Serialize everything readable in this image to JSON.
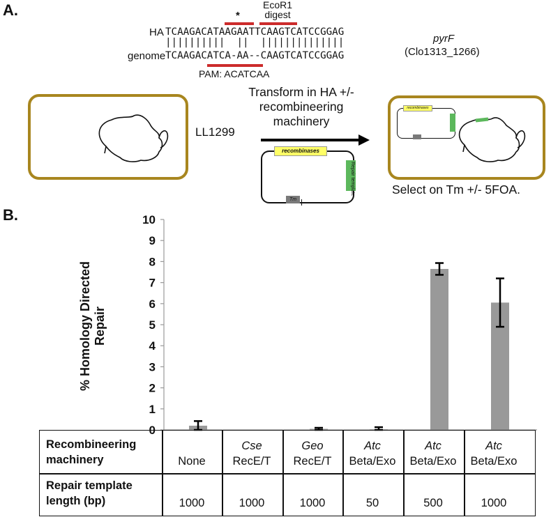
{
  "panel_a": {
    "label": "A.",
    "seq_row_label_ha": "HA",
    "seq_row_label_genome": "genome",
    "ha_sequence": "TCAAGACATAAGAATTCAAGTCATCCGGAG",
    "genome_sequence": "TCAAGACATCA-AA--CAAGTCATCCGGAG",
    "alignment_bars": "||||||||||  ||  ||||||||||||||",
    "star_mark": "*",
    "ecor1_label_line1": "EcoR1",
    "ecor1_label_line2": "digest",
    "pam_label": "PAM: ACATCAA",
    "gene_name": "pyrF",
    "gene_locus": "(Clo1313_1266)",
    "strain_label": "LL1299",
    "transform_line1": "Transform in HA +/-",
    "transform_line2": "recombineering",
    "transform_line3": "machinery",
    "plasmid_recombinases": "recombinases",
    "plasmid_repair": "Repair template",
    "plasmid_tm": "Tm",
    "select_text": "Select on Tm +/- 5FOA.",
    "colors": {
      "border": "#a8861f",
      "red_bar": "#cc2b2b",
      "yellow": "#ffff66",
      "green": "#5cb85c",
      "grey_box": "#7a7a7a"
    }
  },
  "panel_b": {
    "label": "B.",
    "y_axis_label_line1": "% Homology Directed",
    "y_axis_label_line2": "Repair",
    "table": {
      "row1_header_line1": "Recombineering",
      "row1_header_line2": "machinery",
      "row2_header_line1": "Repair template",
      "row2_header_line2": "length (bp)",
      "columns": [
        {
          "machinery_line1": "",
          "machinery_line2": "None",
          "length": "1000"
        },
        {
          "machinery_line1": "Cse",
          "machinery_line2": "RecE/T",
          "length": "1000"
        },
        {
          "machinery_line1": "Geo",
          "machinery_line2": "RecE/T",
          "length": "1000"
        },
        {
          "machinery_line1": "Atc",
          "machinery_line2": "Beta/Exo",
          "length": "50"
        },
        {
          "machinery_line1": "Atc",
          "machinery_line2": "Beta/Exo",
          "length": "500"
        },
        {
          "machinery_line1": "Atc",
          "machinery_line2": "Beta/Exo",
          "length": "1000"
        }
      ]
    }
  },
  "chart_data": {
    "type": "bar",
    "categories": [
      "None",
      "Cse RecE/T",
      "Geo RecE/T",
      "Atc Beta/Exo 50",
      "Atc Beta/Exo 500",
      "Atc Beta/Exo 1000"
    ],
    "values": [
      0.2,
      0.0,
      0.05,
      0.03,
      7.65,
      6.05
    ],
    "errors": [
      0.22,
      0.0,
      0.05,
      0.1,
      0.28,
      1.15
    ],
    "ylabel": "% Homology Directed Repair",
    "ylim": [
      0,
      10
    ],
    "yticks": [
      "0",
      "1",
      "2",
      "3",
      "4",
      "5",
      "6",
      "7",
      "8",
      "9",
      "10"
    ],
    "bar_color": "#999999",
    "grid": false
  }
}
